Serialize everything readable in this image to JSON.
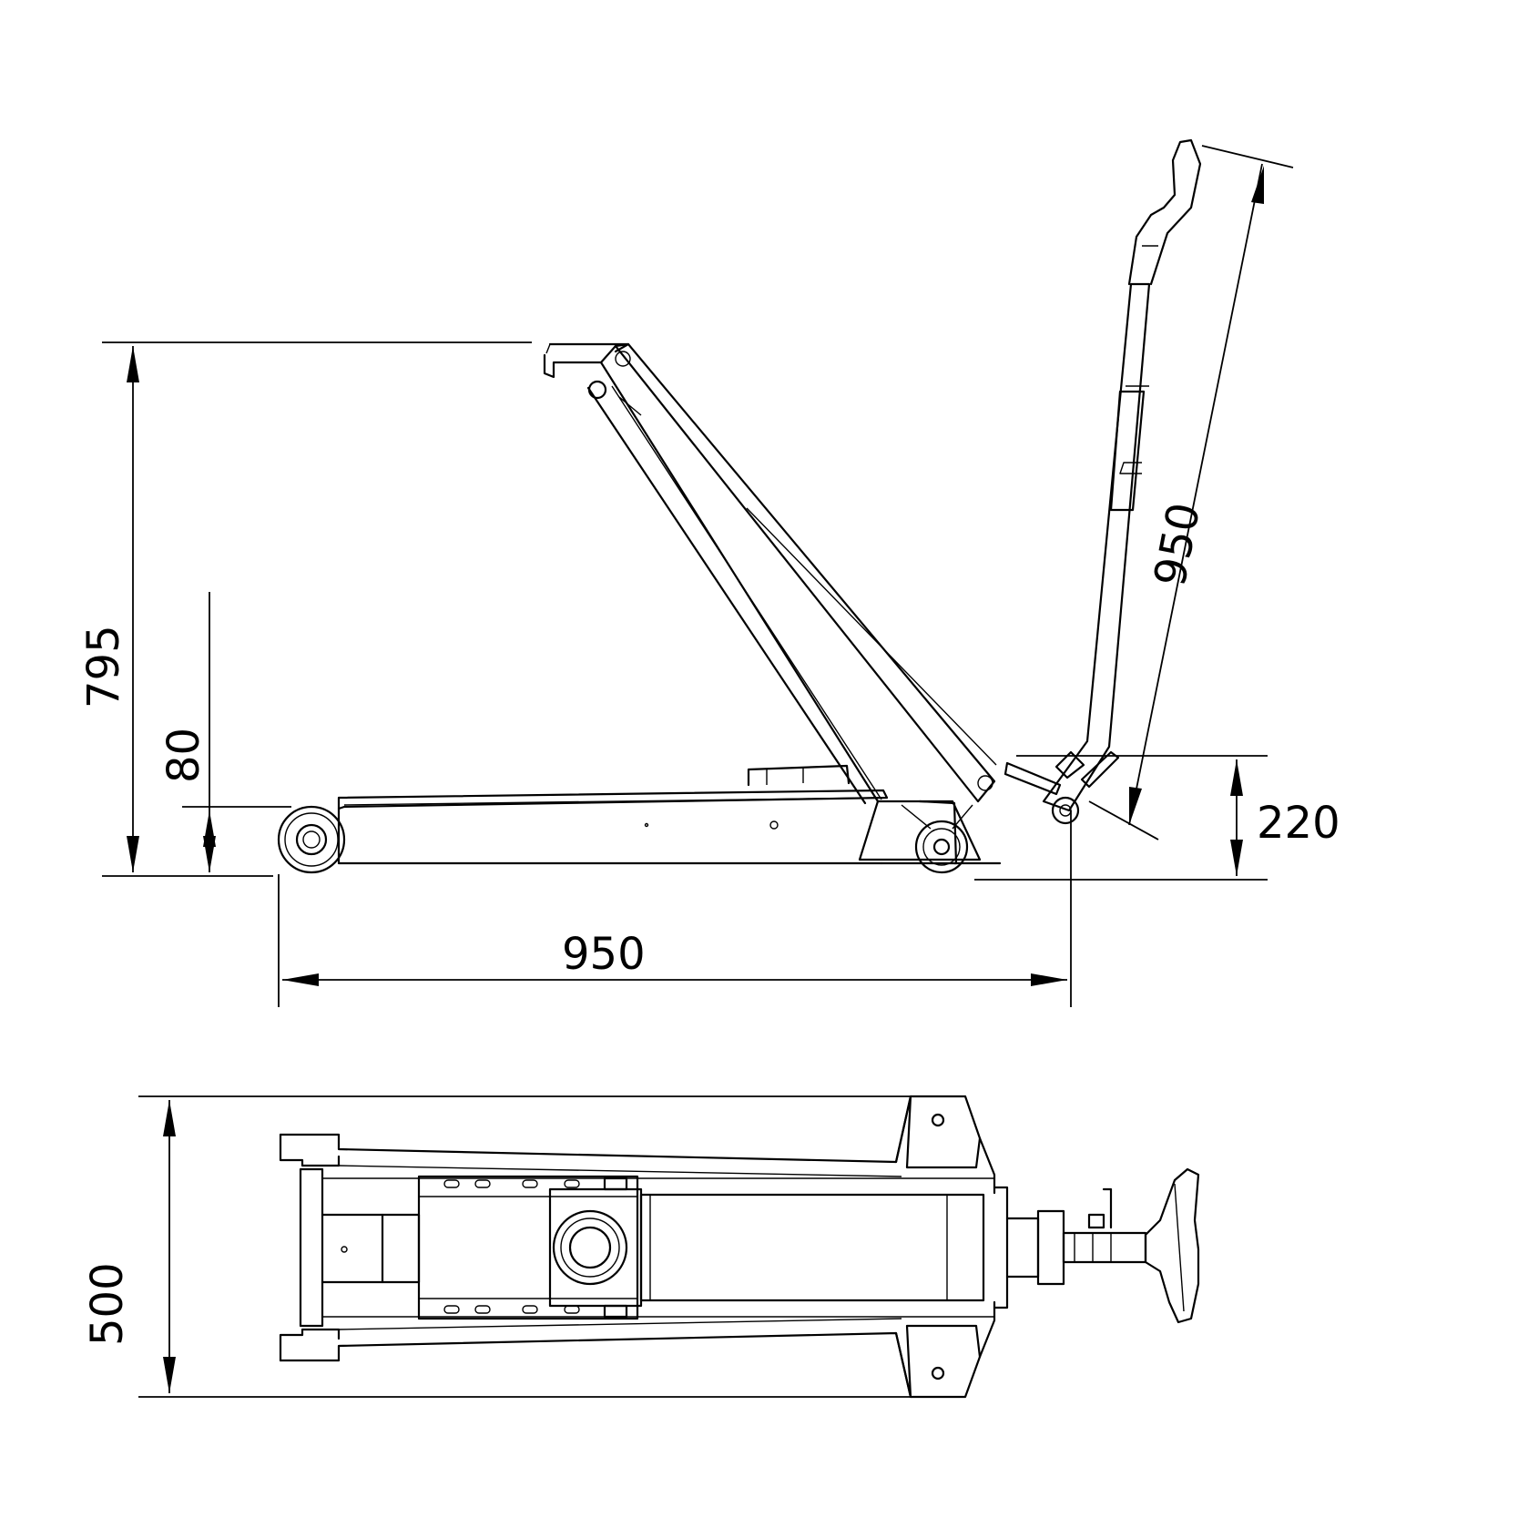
{
  "side_view": {
    "dims": {
      "overall_height": "795",
      "low_height": "80",
      "length": "950",
      "handle_length": "950",
      "handle_pivot_height": "220"
    }
  },
  "top_view": {
    "dims": {
      "width": "500"
    }
  }
}
